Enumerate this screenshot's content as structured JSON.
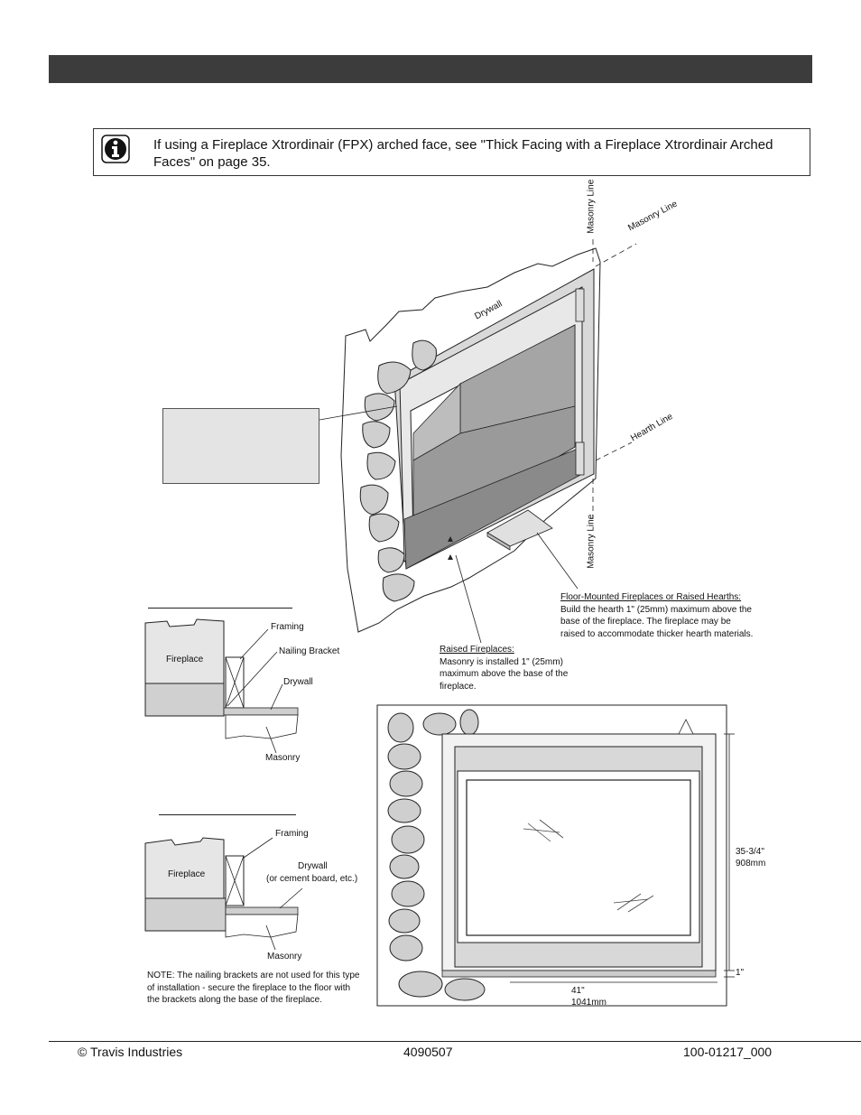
{
  "note": {
    "text": "If using a Fireplace Xtrordinair (FPX) arched face, see \"Thick Facing with a Fireplace Xtrordinair Arched Faces\" on page 35.",
    "icon": "info-icon"
  },
  "main_diagram": {
    "masonry_line_top": "Masonry Line",
    "masonry_line_right": "Masonry Line",
    "drywall": "Drywall",
    "hearth_line": "Hearth Line",
    "masonry_line_bottom": "Masonry Line"
  },
  "floor_mounted": {
    "heading": "Floor-Mounted Fireplaces or Raised Hearths:",
    "lines": [
      "Build the hearth 1\" (25mm) maximum above the",
      "base of the fireplace.  The fireplace may be",
      "raised to accommodate thicker hearth materials."
    ]
  },
  "raised": {
    "heading": "Raised Fireplaces:",
    "lines": [
      "Masonry is installed 1\" (25mm)",
      "maximum above the base of the",
      "fireplace."
    ]
  },
  "detail_1": {
    "fireplace": "Fireplace",
    "framing": "Framing",
    "nailing_bracket": "Nailing Bracket",
    "drywall": "Drywall",
    "masonry": "Masonry"
  },
  "detail_2": {
    "fireplace": "Fireplace",
    "framing": "Framing",
    "drywall": "Drywall",
    "drywall_sub": "(or cement board, etc.)",
    "masonry": "Masonry",
    "note_lines": [
      "NOTE: The nailing brackets are not used for this type",
      "of installation - secure the fireplace to the floor with",
      "the brackets along the base of the fireplace."
    ]
  },
  "front_view": {
    "height_in": "35-3/4\"",
    "height_mm": "908mm",
    "hearth_gap": "1\"",
    "width_in": "41\"",
    "width_mm": "1041mm"
  },
  "footer": {
    "copyright": "© Travis Industries",
    "doc_number": "4090507",
    "part_number": "100-01217_000"
  },
  "colors": {
    "header_bar": "#3c3c3c",
    "callout_fill": "#e4e4e4",
    "fireplace_gray": "#9a9a9a",
    "stone_fill": "#cfcfcf"
  }
}
